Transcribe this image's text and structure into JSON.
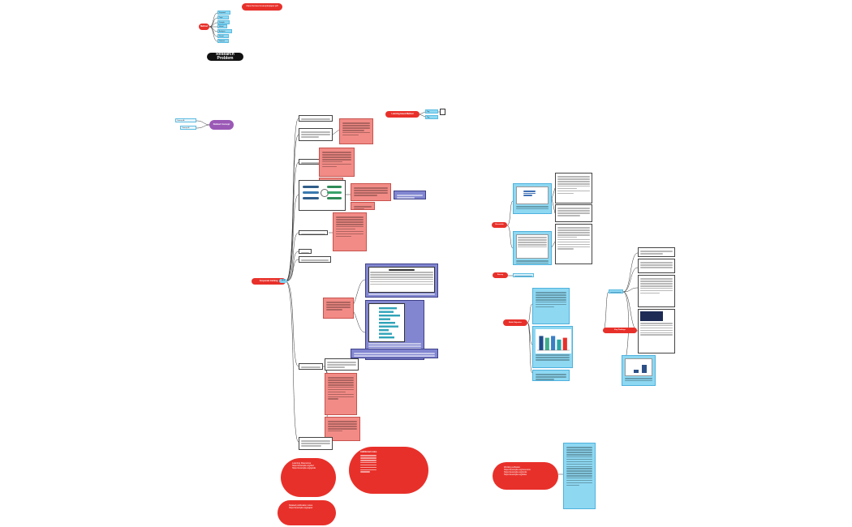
{
  "map": {
    "top_note": "https://someurl.example/paper.pdf",
    "top_node": "Method",
    "top_tags": [
      "Keyword",
      "Topic",
      "Sample",
      "Model",
      "Analysis",
      "Result",
      "Dataset"
    ],
    "research_problem": "Research Problem",
    "purple_node": "Related Concept",
    "purple_tags": [
      "Concept A",
      "Concept B"
    ],
    "corporate_node": "Corporate training",
    "red_right_node": "Learning-based Method",
    "red_right_tags": [
      "Tag",
      "Tag"
    ],
    "blue_small": "Link",
    "red_mid_nodes": [
      "Ensemble",
      "Survey",
      "Multi-Objective",
      "Key Findings"
    ],
    "bottom_right_red": "Working software\nhttps://example.org/resource\nhttps://example.org/tools\nhttps://example.org/data",
    "bottom_left_red": "Learning Resources\nhttps://example.org/doc\nhttps://example.org/guide",
    "bottom_red_small": "Related publication notes\nhttps://example.org/paper",
    "bottom_red_big": "Additional notes"
  },
  "colors": {
    "red": "#e8302a",
    "pink": "#f28b86",
    "blue": "#8ed8f2",
    "violet": "#8286d0",
    "purple": "#9b59b6",
    "dark": "#111111"
  },
  "chart_data": {
    "type": "bar",
    "categories": [
      "A",
      "B",
      "C",
      "D",
      "E"
    ],
    "series": [
      {
        "values": [
          8,
          7,
          8,
          6,
          7
        ]
      }
    ],
    "ylim": [
      0,
      10
    ]
  }
}
